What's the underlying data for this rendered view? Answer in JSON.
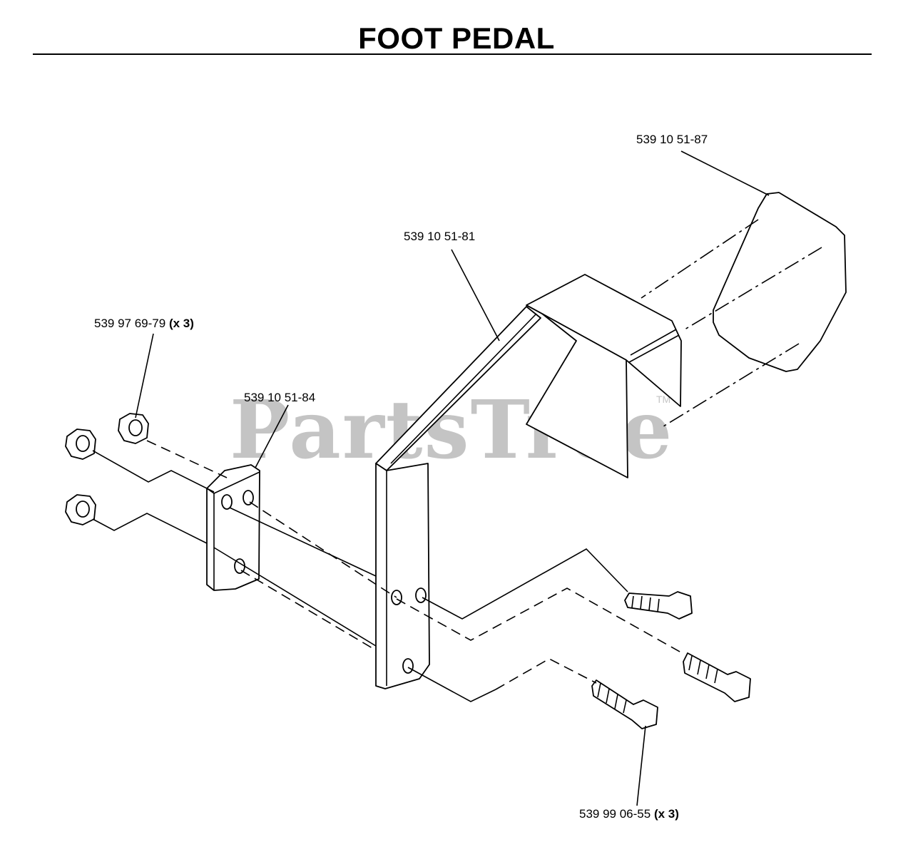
{
  "title": "FOOT PEDAL",
  "watermark": {
    "text": "PartsTree",
    "tm": "TM"
  },
  "callouts": [
    {
      "id": "pad",
      "part": "539 10 51-87",
      "qty": ""
    },
    {
      "id": "arm",
      "part": "539 10 51-81",
      "qty": ""
    },
    {
      "id": "nut",
      "part": "539 97 69-79",
      "qty": "(x 3)"
    },
    {
      "id": "plate",
      "part": "539 10 51-84",
      "qty": ""
    },
    {
      "id": "bolt",
      "part": "539 99 06-55",
      "qty": "(x 3)"
    }
  ],
  "icons": [
    "pedal-pad-icon",
    "pedal-arm-icon",
    "clamp-plate-icon",
    "hex-nut-icon",
    "hex-bolt-icon"
  ],
  "colors": {
    "line": "#000000",
    "watermark": "#c4c4c4",
    "background": "#ffffff"
  }
}
